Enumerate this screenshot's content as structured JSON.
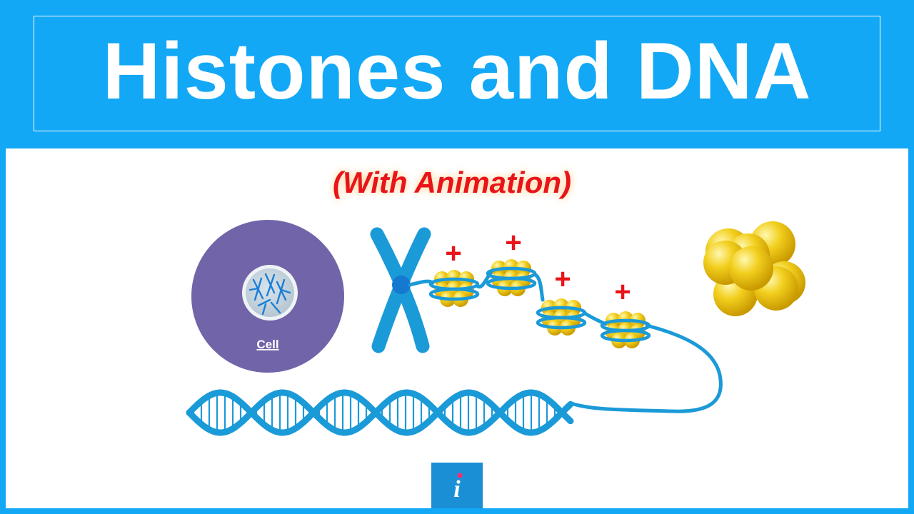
{
  "title": "Histones and DNA",
  "subtitle": "(With Animation)",
  "cell_label": "Cell",
  "charge_symbol": "+",
  "logo_letter": "i",
  "colors": {
    "banner_blue": "#12a8f5",
    "dna_blue": "#1b9ad8",
    "cell_purple": "#7264a8",
    "histone_yellow": "#f2cf1e",
    "charge_red": "#e8141a"
  }
}
